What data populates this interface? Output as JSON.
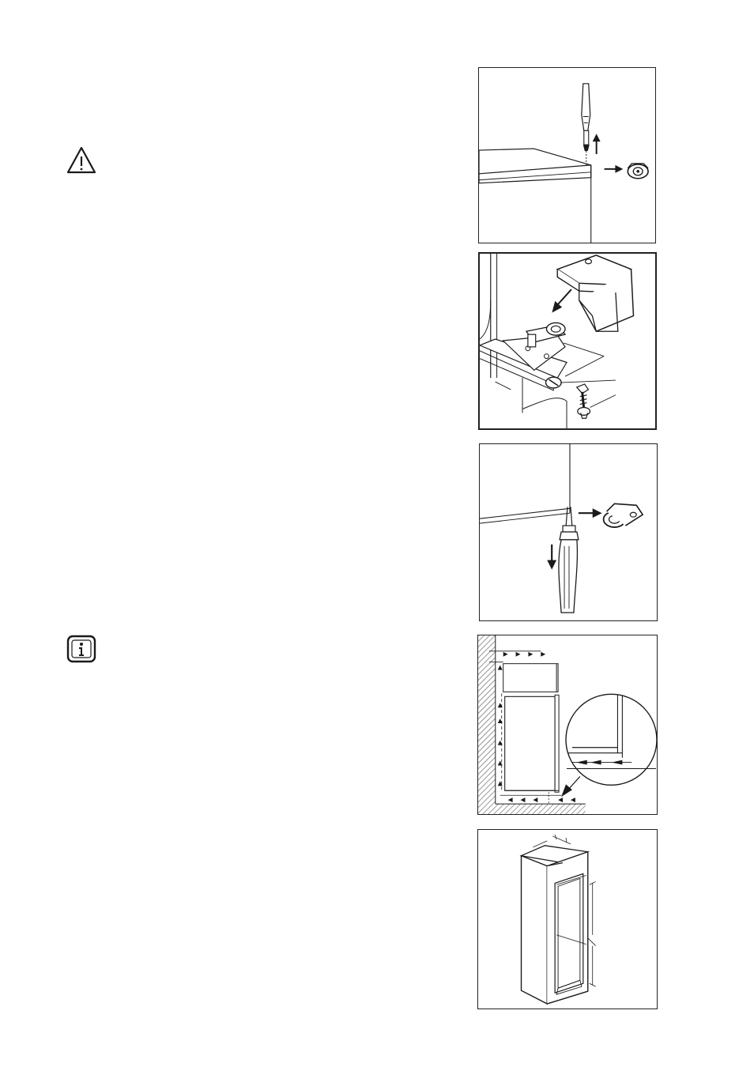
{
  "page": {
    "background": "#ffffff",
    "ink": "#1a1a1a"
  },
  "icons": [
    {
      "name": "warning-icon",
      "kind": "triangle with exclamation mark"
    },
    {
      "name": "info-icon",
      "kind": "rounded box with letter i"
    }
  ],
  "figures": [
    {
      "name": "figure-remove-upper-hinge-cover"
    },
    {
      "name": "figure-hinge-bracket-detail"
    },
    {
      "name": "figure-remove-lower-hinge-cover"
    },
    {
      "name": "figure-ventilation-airflow"
    },
    {
      "name": "figure-niche-dimensions"
    }
  ]
}
